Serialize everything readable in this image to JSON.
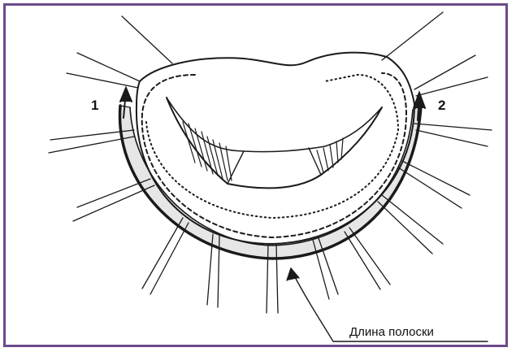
{
  "labels": {
    "left_arrow_label": "1",
    "right_arrow_label": "2",
    "strip_length_caption": "Длина полоски"
  },
  "colors": {
    "frame": "#6b4a8a",
    "ink": "#1a1a1a",
    "strip_fill": "#e6e6e6"
  }
}
